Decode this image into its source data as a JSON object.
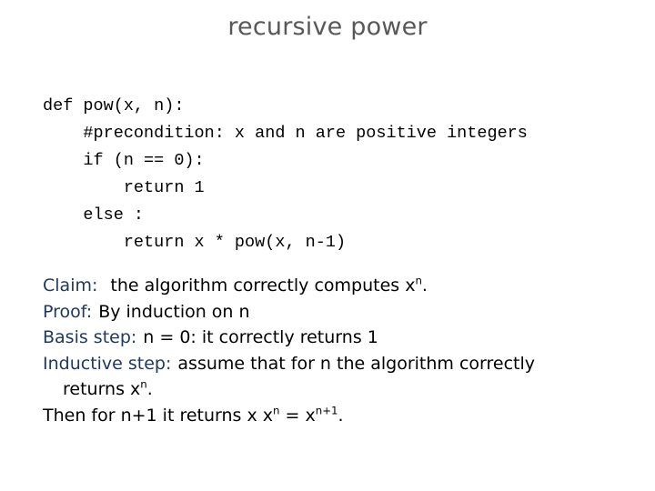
{
  "slide": {
    "title": "recursive power",
    "background_color": "#ffffff",
    "title_color": "#595959",
    "label_color": "#1f3864",
    "body_color": "#000000"
  },
  "code": {
    "language": "python",
    "lines": [
      "def pow(x, n):",
      "    #precondition: x and n are positive integers",
      "    if (n == 0):",
      "        return 1",
      "    else :",
      "        return x * pow(x, n-1)"
    ]
  },
  "proof": {
    "lines": [
      {
        "label": "Claim:",
        "body": "the algorithm correctly computes x",
        "sup": "n",
        "tail": ".",
        "wrapped": false
      },
      {
        "label": "Proof:",
        "body": "By induction on n",
        "sup": "",
        "tail": "",
        "wrapped": false
      },
      {
        "label": "Basis step:",
        "body": "n = 0:  it correctly returns 1",
        "sup": "",
        "tail": "",
        "wrapped": false
      },
      {
        "label": "Inductive step:",
        "body": "assume that for n the algorithm correctly",
        "sup": "",
        "tail": "",
        "wrapped": false
      },
      {
        "label": "",
        "body": "returns x",
        "sup": "n",
        "tail": ".",
        "wrapped": true
      },
      {
        "label": "",
        "body": "Then for n+1 it returns x x",
        "sup": "n",
        "tail": " = x",
        "sup2": "n+1",
        "tail2": ".",
        "wrapped": false
      }
    ]
  }
}
